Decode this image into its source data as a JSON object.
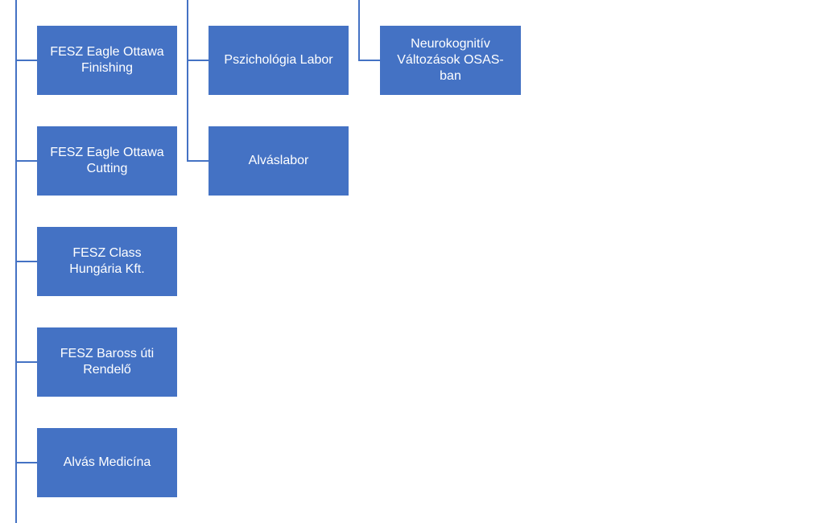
{
  "colors": {
    "node_fill": "#4472c4",
    "connector": "#4472c4",
    "text": "#ffffff"
  },
  "nodes": {
    "eagle_finishing": "FESZ Eagle Ottawa Finishing",
    "eagle_cutting": "FESZ Eagle Ottawa Cutting",
    "class_hungaria": "FESZ Class Hungária Kft.",
    "baross": "FESZ Baross úti Rendelő",
    "alvas_medicina": "Alvás Medicína",
    "pszichologia": "Pszichológia Labor",
    "alvaslabor": "Alváslabor",
    "neurokognitiv": "Neurokognitív Változások OSAS-ban"
  }
}
